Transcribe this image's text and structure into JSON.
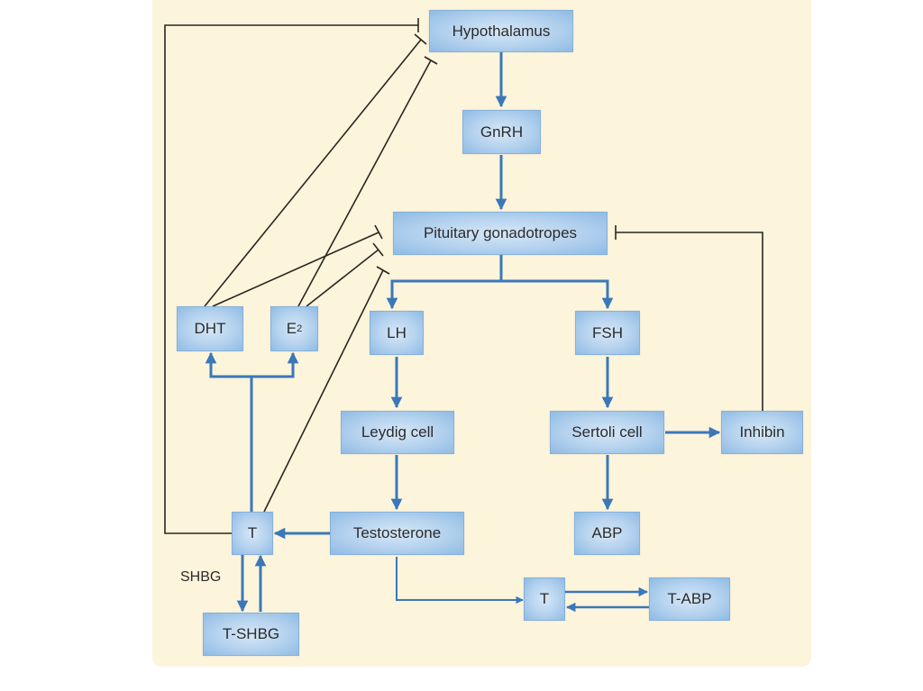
{
  "diagram": {
    "colors": {
      "background": "#fdf4dc",
      "stimulation_arrow": "#3a78b8",
      "inhibition_line": "#2a2620",
      "node_fill": "#b3d1ee"
    },
    "nodes": {
      "hypothalamus": "Hypothalamus",
      "gnrh": "GnRH",
      "pituitary": "Pituitary gonadotropes",
      "lh": "LH",
      "fsh": "FSH",
      "dht": "DHT",
      "e2_base": "E",
      "e2_sub": "2",
      "leydig": "Leydig cell",
      "sertoli": "Sertoli cell",
      "inhibin": "Inhibin",
      "testosterone": "Testosterone",
      "t_left": "T",
      "abp": "ABP",
      "t_right": "T",
      "t_abp": "T-ABP",
      "t_shbg": "T-SHBG"
    },
    "edge_labels": {
      "shbg": "SHBG"
    },
    "edges": [
      {
        "from": "Hypothalamus",
        "to": "GnRH",
        "type": "stimulation"
      },
      {
        "from": "GnRH",
        "to": "Pituitary gonadotropes",
        "type": "stimulation"
      },
      {
        "from": "Pituitary gonadotropes",
        "to": "LH",
        "type": "stimulation"
      },
      {
        "from": "Pituitary gonadotropes",
        "to": "FSH",
        "type": "stimulation"
      },
      {
        "from": "LH",
        "to": "Leydig cell",
        "type": "stimulation"
      },
      {
        "from": "Leydig cell",
        "to": "Testosterone",
        "type": "stimulation"
      },
      {
        "from": "FSH",
        "to": "Sertoli cell",
        "type": "stimulation"
      },
      {
        "from": "Sertoli cell",
        "to": "Inhibin",
        "type": "stimulation"
      },
      {
        "from": "Sertoli cell",
        "to": "ABP",
        "type": "stimulation"
      },
      {
        "from": "Testosterone",
        "to": "T (left)",
        "type": "stimulation"
      },
      {
        "from": "Testosterone",
        "to": "T (right)",
        "type": "stimulation"
      },
      {
        "from": "T (right)",
        "to": "T-ABP",
        "type": "stimulation"
      },
      {
        "from": "T-ABP",
        "to": "T (right)",
        "type": "stimulation"
      },
      {
        "from": "T (left)",
        "to": "T-SHBG",
        "type": "stimulation",
        "label": "SHBG"
      },
      {
        "from": "T-SHBG",
        "to": "T (left)",
        "type": "stimulation"
      },
      {
        "from": "T (left)",
        "to": "DHT",
        "type": "stimulation"
      },
      {
        "from": "T (left)",
        "to": "E2",
        "type": "stimulation"
      },
      {
        "from": "T (left)",
        "to": "Hypothalamus",
        "type": "inhibition"
      },
      {
        "from": "DHT",
        "to": "Hypothalamus",
        "type": "inhibition"
      },
      {
        "from": "E2",
        "to": "Hypothalamus",
        "type": "inhibition"
      },
      {
        "from": "DHT",
        "to": "Pituitary gonadotropes",
        "type": "inhibition"
      },
      {
        "from": "E2",
        "to": "Pituitary gonadotropes",
        "type": "inhibition"
      },
      {
        "from": "T (left)",
        "to": "Pituitary gonadotropes",
        "type": "inhibition"
      },
      {
        "from": "Inhibin",
        "to": "Pituitary gonadotropes",
        "type": "inhibition"
      }
    ]
  }
}
